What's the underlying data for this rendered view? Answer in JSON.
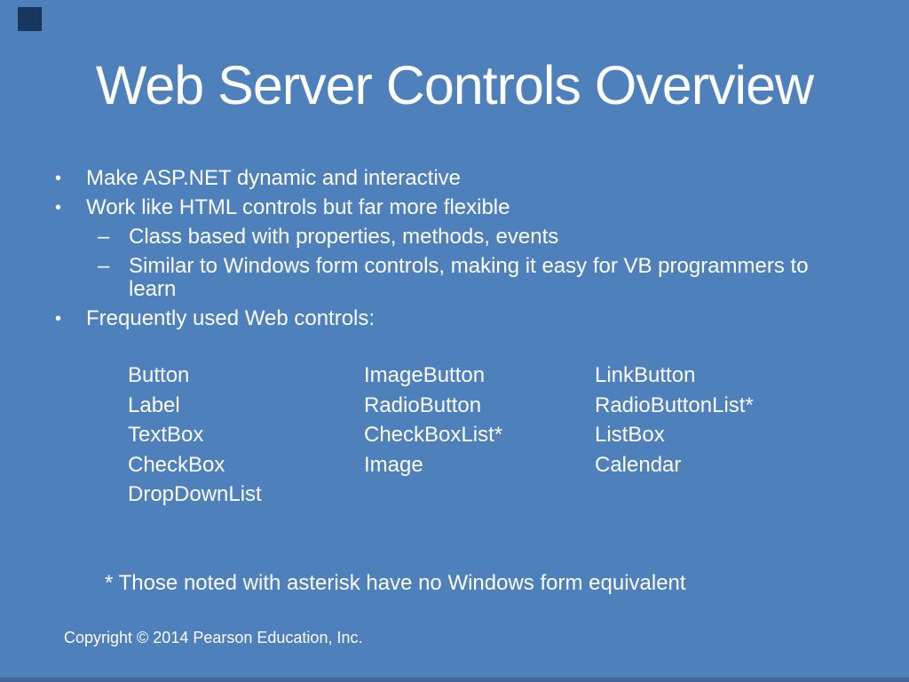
{
  "slide": {
    "title": "Web Server Controls Overview",
    "bullets": [
      {
        "level": 1,
        "marker": "•",
        "text": "Make ASP.NET dynamic and interactive"
      },
      {
        "level": 1,
        "marker": "•",
        "text": "Work like HTML controls but far more flexible"
      },
      {
        "level": 2,
        "marker": "–",
        "text": "Class based with properties, methods, events"
      },
      {
        "level": 2,
        "marker": "–",
        "text": "Similar to Windows form controls, making it easy for VB programmers to learn"
      },
      {
        "level": 1,
        "marker": "•",
        "text": "Frequently used Web controls:"
      }
    ],
    "controls_table": {
      "columns": [
        [
          "Button",
          "Label",
          "TextBox",
          "CheckBox",
          "DropDownList"
        ],
        [
          "ImageButton",
          "RadioButton",
          "CheckBoxList*",
          "Image"
        ],
        [
          "LinkButton",
          "RadioButtonList*",
          "ListBox",
          "Calendar"
        ]
      ]
    },
    "footnote": "* Those noted with asterisk have no Windows form equivalent",
    "copyright": "Copyright © 2014 Pearson Education, Inc.",
    "colors": {
      "background": "#4e80bb",
      "text": "#fdfdfd",
      "corner_square": "#17375e",
      "bottom_edge": "#426699"
    }
  }
}
